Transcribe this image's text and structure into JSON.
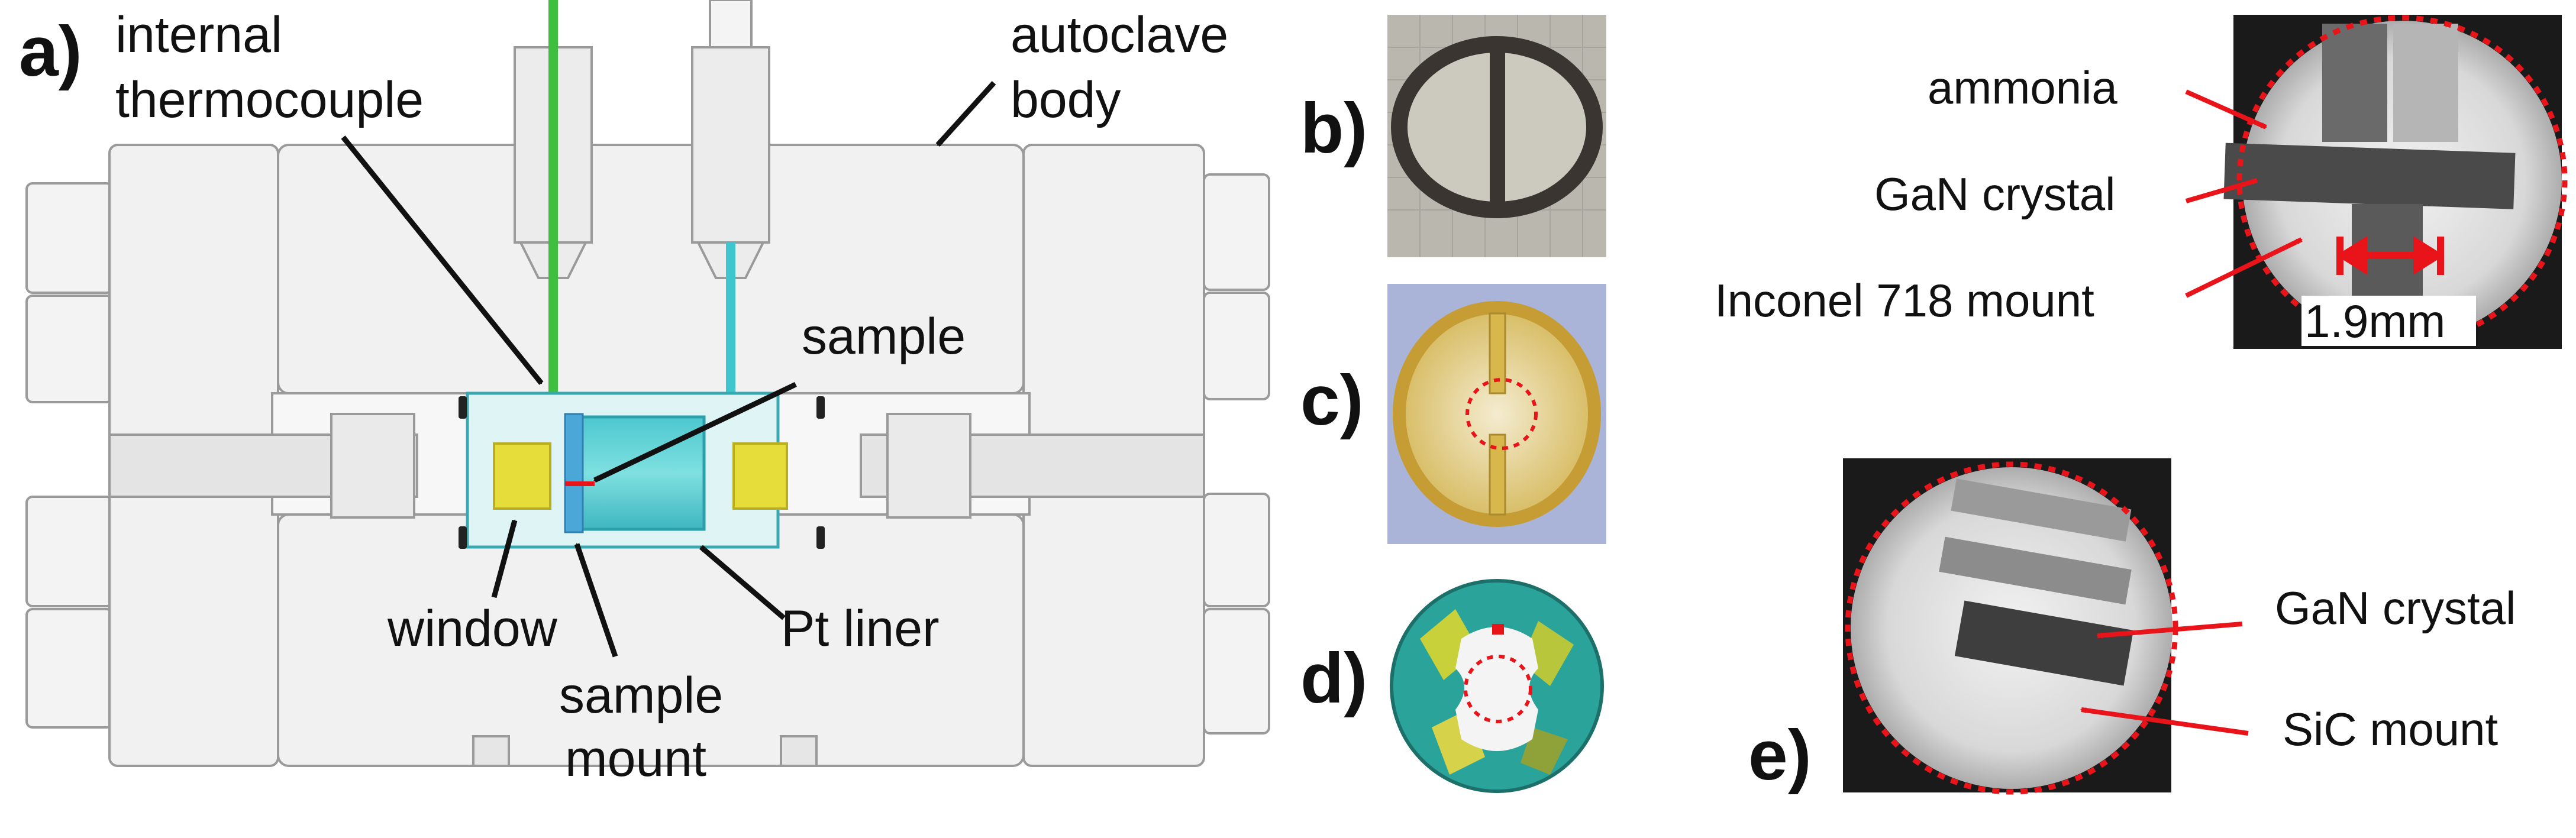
{
  "panels": {
    "a": "a)",
    "b": "b)",
    "c": "c)",
    "d": "d)",
    "e": "e)"
  },
  "labels_a": {
    "internal": "internal",
    "thermocouple": "thermocouple",
    "autoclave": "autoclave",
    "body": "body",
    "sample": "sample",
    "window": "window",
    "sample_mount_1": "sample",
    "sample_mount_2": "mount",
    "pt_liner": "Pt liner"
  },
  "labels_top_right": {
    "ammonia": "ammonia",
    "gan": "GaN crystal",
    "inconel": "Inconel 718 mount",
    "scale": "1.9mm"
  },
  "labels_e": {
    "gan": "GaN crystal",
    "sic": "SiC mount"
  },
  "colors": {
    "arrow_red": "#e8141a",
    "thermocouple_green": "#3fbf3f",
    "line_cyan": "#3ec6cc",
    "liner_teal": "#5fd4d4",
    "window_yellow": "#e6dd3a",
    "body_gray": "#f0f0f0",
    "outline_gray": "#9a9a9a"
  }
}
